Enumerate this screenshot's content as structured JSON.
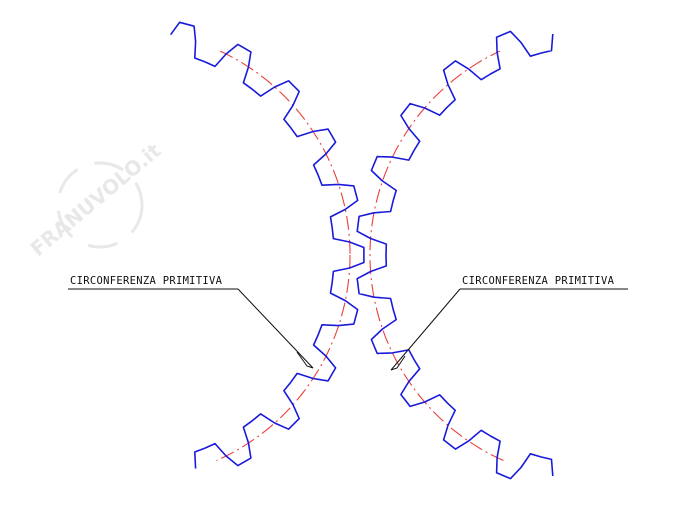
{
  "diagram": {
    "label_left": "CIRCONFERENZA PRIMITIVA",
    "label_right": "CIRCONFERENZA PRIMITIVA",
    "watermark": "FRANUVOLO.it"
  },
  "colors": {
    "tooth_profile": "#1a1adb",
    "pitch_circle": "#e8413a",
    "leader": "#111111",
    "watermark": "#e6e6e6",
    "background": "#ffffff"
  },
  "gears": {
    "left": {
      "teeth": 24,
      "pitch_circle": "dash-dot"
    },
    "right": {
      "teeth": 24,
      "pitch_circle": "dash-dot"
    }
  }
}
